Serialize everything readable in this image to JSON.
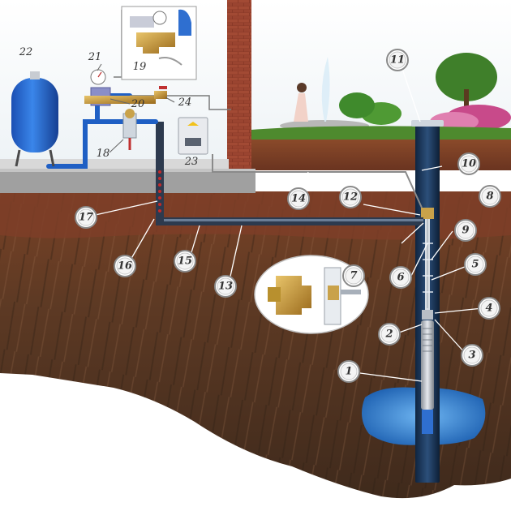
{
  "callouts": [
    {
      "id": "1",
      "label": "1"
    },
    {
      "id": "2",
      "label": "2"
    },
    {
      "id": "3",
      "label": "3"
    },
    {
      "id": "4",
      "label": "4"
    },
    {
      "id": "5",
      "label": "5"
    },
    {
      "id": "6",
      "label": "6"
    },
    {
      "id": "7",
      "label": "7"
    },
    {
      "id": "8",
      "label": "8"
    },
    {
      "id": "9",
      "label": "9"
    },
    {
      "id": "10",
      "label": "10"
    },
    {
      "id": "11",
      "label": "11"
    },
    {
      "id": "12",
      "label": "12"
    },
    {
      "id": "13",
      "label": "13"
    },
    {
      "id": "14",
      "label": "14"
    },
    {
      "id": "15",
      "label": "15"
    },
    {
      "id": "16",
      "label": "16"
    },
    {
      "id": "17",
      "label": "17"
    },
    {
      "id": "18",
      "label": "18"
    },
    {
      "id": "19",
      "label": "19"
    },
    {
      "id": "20",
      "label": "20"
    },
    {
      "id": "21",
      "label": "21"
    },
    {
      "id": "22",
      "label": "22"
    },
    {
      "id": "23",
      "label": "23"
    },
    {
      "id": "24",
      "label": "24"
    }
  ],
  "colors": {
    "soil_top": "#6b3a22",
    "soil_deep": "#4a3020",
    "groundwater": "#2e7fd0",
    "pipe_blue": "#1f5fc4",
    "brick": "#8e3a2a",
    "grass": "#4a8a2a",
    "concrete": "#9a9a9a"
  }
}
